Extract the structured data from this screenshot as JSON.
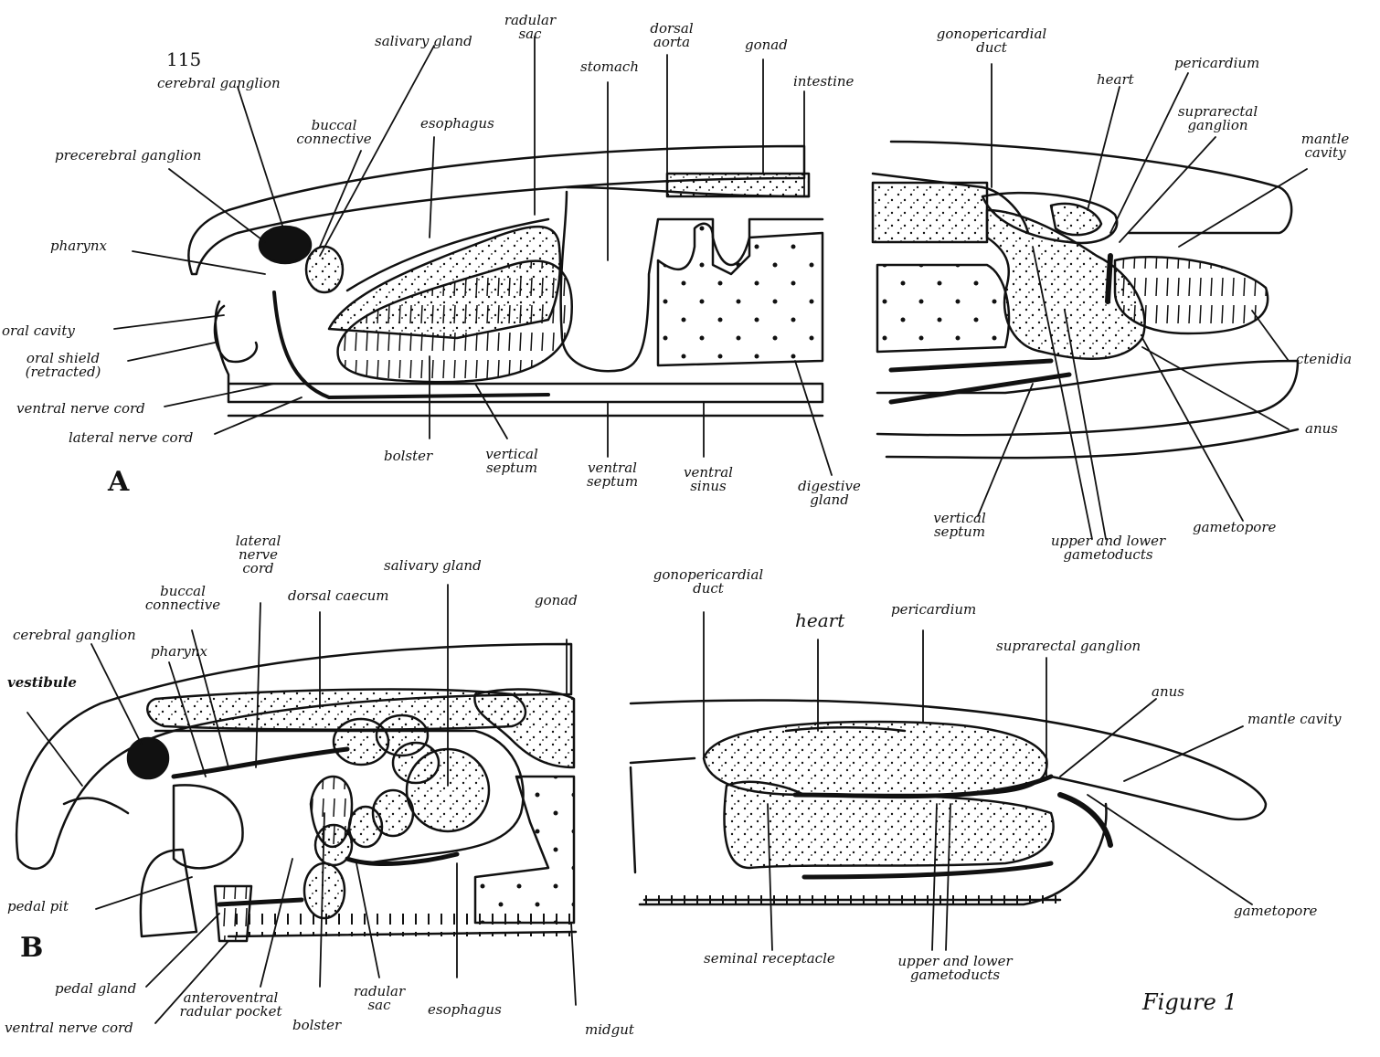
{
  "page_number": "115",
  "figure_caption": "Figure 1",
  "panel_a": {
    "letter": "A",
    "labels": {
      "cerebral_ganglion": "cerebral ganglion",
      "salivary_gland": "salivary gland",
      "radular_sac": "radular sac",
      "dorsal_aorta": "dorsal aorta",
      "gonad": "gonad",
      "stomach": "stomach",
      "intestine": "intestine",
      "buccal_connective": "buccal connective",
      "esophagus": "esophagus",
      "precerebral_ganglion": "precerebral ganglion",
      "pharynx": "pharynx",
      "oral_cavity": "oral cavity",
      "oral_shield": "oral shield (retracted)",
      "ventral_nerve_cord": "ventral nerve cord",
      "lateral_nerve_cord": "lateral nerve cord",
      "bolster": "bolster",
      "vertical_septum": "vertical septum",
      "ventral_septum": "ventral septum",
      "ventral_sinus": "ventral sinus",
      "digestive_gland": "digestive gland",
      "gonopericardial_duct": "gonopericardial duct",
      "heart": "heart",
      "pericardium": "pericardium",
      "suprarectal_ganglion": "suprarectal ganglion",
      "mantle_cavity": "mantle cavity",
      "ctenidia": "ctenidia",
      "anus": "anus",
      "vertical_septum_2": "vertical septum",
      "gametoducts": "upper and lower gametoducts",
      "gametopore": "gametopore"
    }
  },
  "panel_b": {
    "letter": "B",
    "labels": {
      "cerebral_ganglion": "cerebral ganglion",
      "vestibule": "vestibule",
      "buccal_connective": "buccal connective",
      "pharynx": "pharynx",
      "lateral_nerve_cord": "lateral nerve cord",
      "dorsal_caecum": "dorsal caecum",
      "salivary_gland": "salivary gland",
      "gonad": "gonad",
      "pedal_pit": "pedal pit",
      "pedal_gland": "pedal gland",
      "ventral_nerve_cord": "ventral nerve cord",
      "anteroventral_pocket": "anteroventral radular pocket",
      "bolster": "bolster",
      "radular_sac": "radular sac",
      "esophagus": "esophagus",
      "midgut": "midgut",
      "gonopericardial_duct": "gonopericardial duct",
      "heart": "heart",
      "pericardium": "pericardium",
      "suprarectal_ganglion": "suprarectal ganglion",
      "anus": "anus",
      "mantle_cavity": "mantle cavity",
      "gametopore": "gametopore",
      "seminal_receptacle": "seminal receptacle",
      "gametoducts": "upper and lower gametoducts"
    }
  },
  "colors": {
    "ink": "#111111",
    "paper": "#ffffff"
  }
}
